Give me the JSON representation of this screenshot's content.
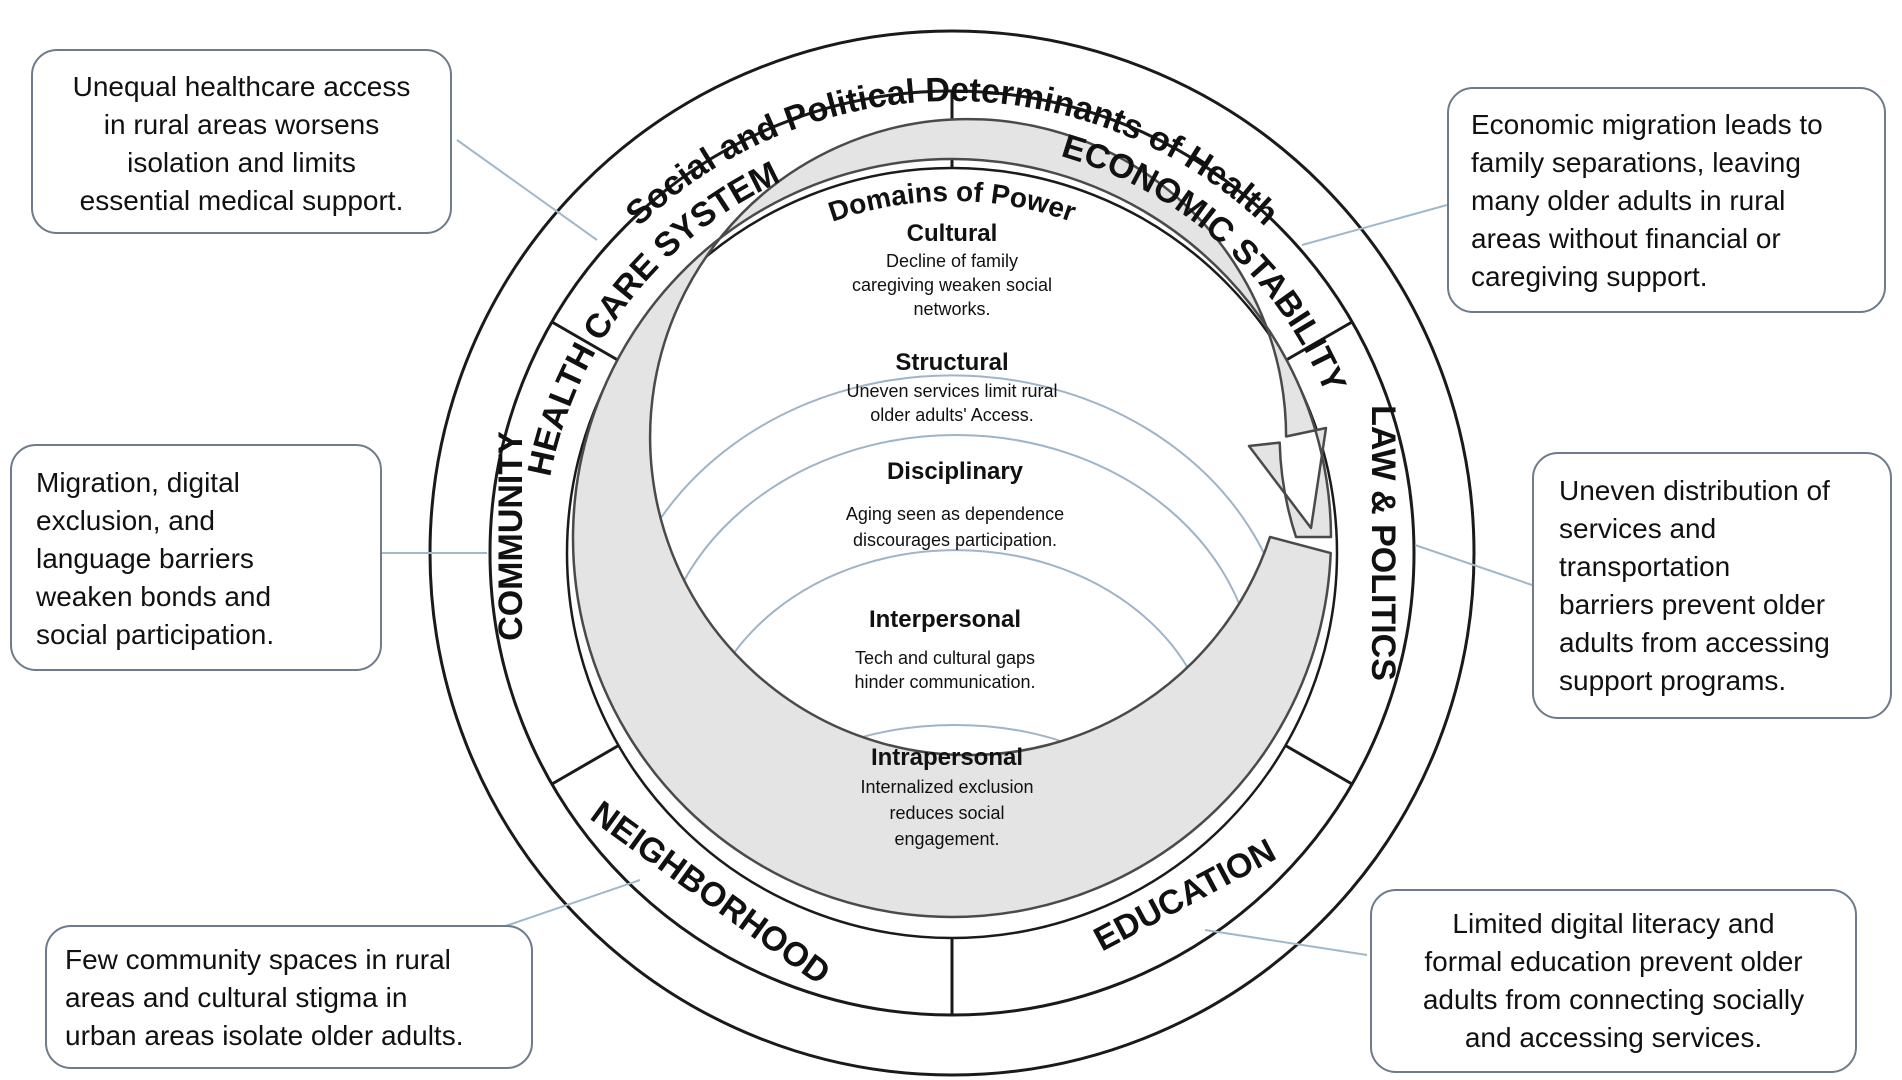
{
  "ring_title": "Social and Political Determinants of Health",
  "sectors": {
    "health_care_system": "HEALTH CARE SYSTEM",
    "economic_stability": "ECONOMIC STABILITY",
    "law_politics": "LAW & POLITICS",
    "education": "EDUCATION",
    "neighborhood": "NEIGHBORHOOD",
    "community": "COMMUNITY"
  },
  "domains_title": "Domains of Power",
  "domains": {
    "cultural": {
      "title": "Cultural",
      "desc": [
        "Decline of family",
        "caregiving weaken social",
        "networks."
      ]
    },
    "structural": {
      "title": "Structural",
      "desc": [
        "Uneven services limit rural",
        "older adults' Access."
      ]
    },
    "disciplinary": {
      "title": "Disciplinary",
      "desc": [
        "Aging seen as dependence",
        "discourages participation."
      ]
    },
    "interpersonal": {
      "title": "Interpersonal",
      "desc": [
        "Tech and cultural gaps",
        "hinder communication."
      ]
    },
    "intrapersonal": {
      "title": "Intrapersonal",
      "desc": [
        "Internalized exclusion",
        "reduces social",
        "engagement."
      ]
    }
  },
  "callouts": {
    "health_care": [
      "Unequal healthcare access",
      "in rural areas worsens",
      "isolation and limits",
      "essential medical support."
    ],
    "economic": [
      "Economic migration leads to",
      "family separations, leaving",
      "many older adults in rural",
      "areas without financial or",
      "caregiving support."
    ],
    "community": [
      "Migration, digital",
      "exclusion, and",
      "language barriers",
      "weaken bonds and",
      "social participation."
    ],
    "law": [
      "Uneven distribution of",
      "services and",
      "transportation",
      "barriers prevent older",
      "adults from accessing",
      "support programs."
    ],
    "neighborhood": [
      "Few community spaces in rural",
      "areas and cultural stigma in",
      "urban areas isolate older adults."
    ],
    "education": [
      "Limited digital literacy and",
      "formal education prevent older",
      "adults from connecting socially",
      "and accessing services."
    ]
  },
  "colors": {
    "ring_stroke": "#1a1a1a",
    "arrow_fill": "#e4e4e4",
    "arrow_stroke": "#4a4a4a",
    "arc_stroke": "#9fb4c8",
    "leader_stroke": "#9fb8cc",
    "callout_border": "#6d7b8a"
  }
}
